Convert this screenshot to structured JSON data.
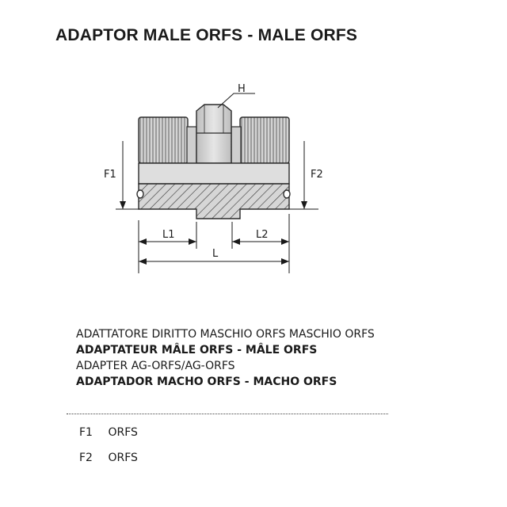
{
  "title": "ADAPTOR MALE ORFS - MALE ORFS",
  "dimensions": {
    "h": "H",
    "f1": "F1",
    "f2": "F2",
    "l1": "L1",
    "l2": "L2",
    "l": "L"
  },
  "descriptions": [
    "ADATTATORE DIRITTO MASCHIO ORFS MASCHIO ORFS",
    "ADAPTATEUR MÂLE ORFS - MÂLE ORFS",
    "ADAPTER AG-ORFS/AG-ORFS",
    "ADAPTADOR MACHO ORFS - MACHO ORFS"
  ],
  "specs": [
    {
      "key": "F1",
      "value": "ORFS"
    },
    {
      "key": "F2",
      "value": "ORFS"
    }
  ],
  "colors": {
    "body_fill": "#dcdcdc",
    "thread_fill": "#cfcfcf",
    "outline": "#2b2b2b"
  }
}
